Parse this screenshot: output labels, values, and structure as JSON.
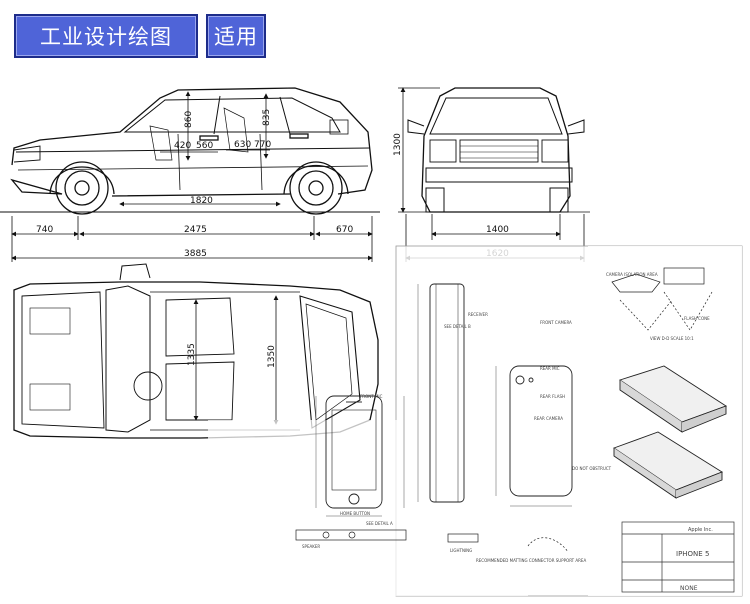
{
  "tabs": [
    {
      "label": "工业设计绘图",
      "active": true
    },
    {
      "label": "适用",
      "active": false
    }
  ],
  "car": {
    "side_dims": [
      "860",
      "835",
      "420",
      "560",
      "630",
      "770",
      "1820"
    ],
    "bottom_dims": [
      "740",
      "2475",
      "670",
      "3885"
    ],
    "front_dims": [
      "1300",
      "1400",
      "1620"
    ],
    "top_dims": [
      "1335",
      "1350"
    ]
  },
  "phone_sheet": {
    "title_block_company": "Apple Inc.",
    "title_block_model": "IPHONE 5",
    "title_block_none": "NONE",
    "labels": [
      "FRONT MIC",
      "HOME BUTTON",
      "REAR MIC",
      "REAR CAMERA",
      "REAR FLASH",
      "SEE DETAIL B",
      "SEE DETAIL A",
      "FRONT CAMERA",
      "RECEIVER",
      "CAMERA ISOLATION AREA",
      "VIEW D-D SCALE 10:1",
      "FLASH CONE",
      "RECOMMENDED MATTING CONNECTOR SUPPORT AREA",
      "SPEAKER",
      "LIGHTNING",
      "DO NOT OBSTRUCT"
    ]
  },
  "colors": {
    "tab_bg": "#4f64d8",
    "tab_border": "#1d2c8a",
    "line": "#111111"
  }
}
